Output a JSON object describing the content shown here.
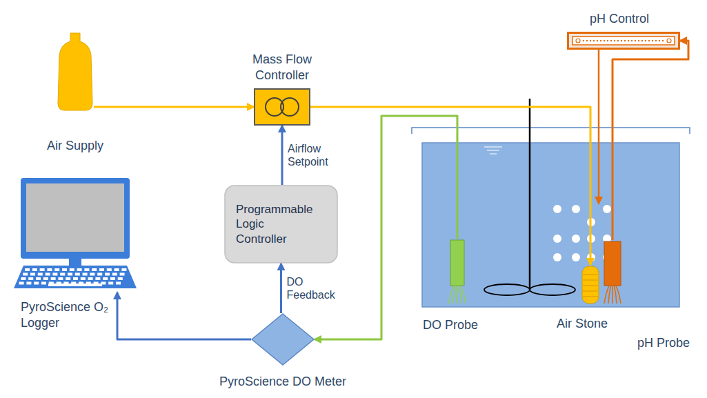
{
  "diagram": {
    "nodes": [
      {
        "text": [
          "Air Supply"
        ]
      },
      {
        "text": [
          "Mass Flow Controller"
        ]
      },
      {
        "text": [
          "pH Control"
        ]
      },
      {
        "text": [
          "Programmable Logic Controller"
        ]
      },
      {
        "text": [
          "PyroScience O₂ Logger"
        ]
      },
      {
        "text": [
          "DO Probe"
        ]
      },
      {
        "text": [
          "Air Stone"
        ]
      },
      {
        "text": [
          "pH Probe"
        ]
      },
      {
        "text": [
          "PyroScience DO Meter"
        ]
      }
    ],
    "edges": [
      {
        "from": 0,
        "to": 1,
        "arrow": "to"
      },
      {
        "from": 1,
        "to": 6,
        "arrow": "to"
      },
      {
        "from": 3,
        "to": 1,
        "label": "Airflow Setpoint",
        "arrow": "to"
      },
      {
        "from": 8,
        "to": 3,
        "label": "DO Feedback",
        "arrow": "to"
      },
      {
        "from": 8,
        "to": 4,
        "arrow": "to"
      },
      {
        "from": 5,
        "to": 8,
        "arrow": "to"
      },
      {
        "from": 7,
        "to": 2,
        "arrow": "to"
      }
    ]
  }
}
